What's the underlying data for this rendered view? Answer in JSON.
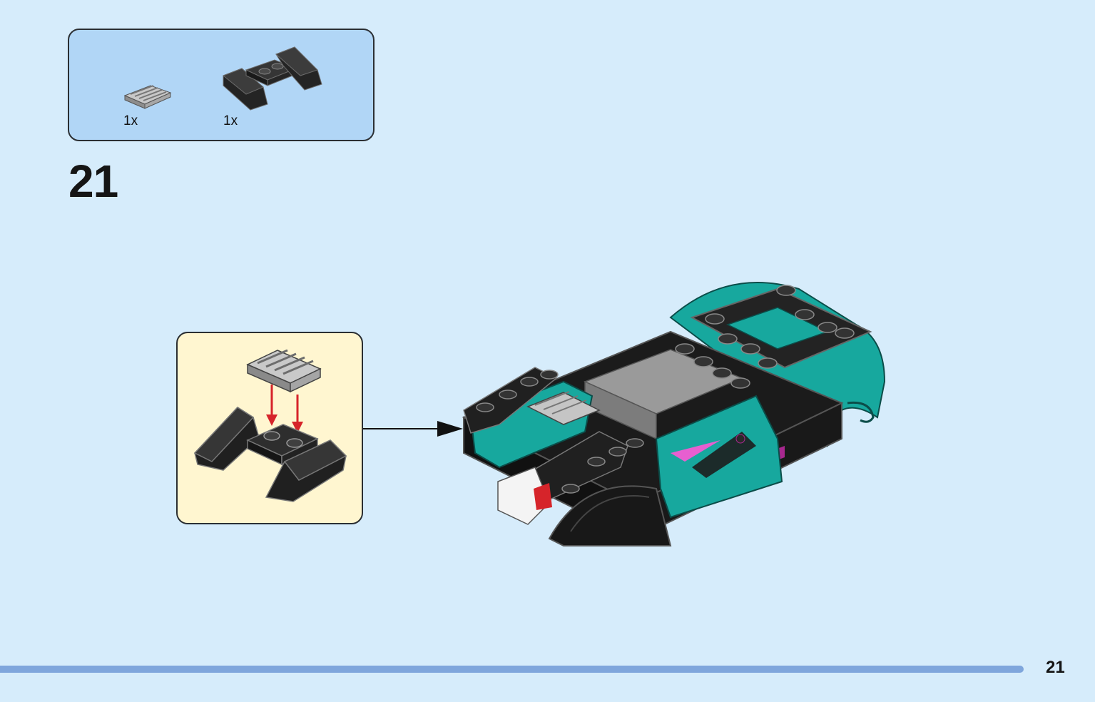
{
  "parts_list": {
    "items": [
      {
        "count": "1x",
        "icon": "grille-tile-icon",
        "color": "#9a9a9a"
      },
      {
        "count": "1x",
        "icon": "wing-plate-icon",
        "color": "#1f1f1f"
      }
    ]
  },
  "step": {
    "number": "21"
  },
  "page": {
    "number": "21"
  },
  "colors": {
    "background": "#d6ecfb",
    "parts_panel": "#b1d6f6",
    "callout": "#fff6d0",
    "teal": "#17a89e",
    "black_brick": "#1f1f1f",
    "grey_brick": "#9a9a9a",
    "arrow_red": "#d6242a",
    "footer_bar": "#7fa6dc",
    "magenta": "#a8288f"
  }
}
